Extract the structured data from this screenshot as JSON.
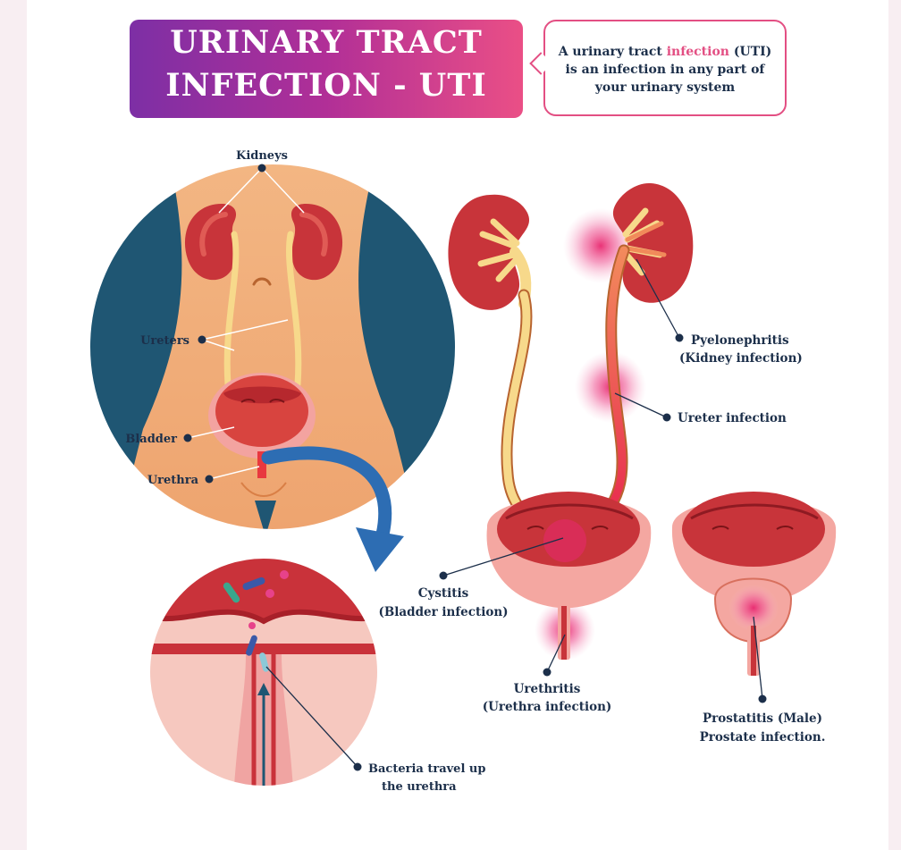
{
  "title": {
    "line1": "URINARY TRACT",
    "line2": "INFECTION - UTI"
  },
  "definition": {
    "line1_before": "A urinary tract ",
    "line1_highlight": "infection",
    "line1_after": " (UTI)",
    "line2": "is an infection in any part of",
    "line3": "your urinary system"
  },
  "body_labels": {
    "kidneys": "Kidneys",
    "ureters": "Ureters",
    "bladder": "Bladder",
    "urethra": "Urethra"
  },
  "bacteria_label": {
    "line1": "Bacteria travel up",
    "line2": "the urethra"
  },
  "infection_labels": {
    "pyelonephritis": {
      "line1": "Pyelonephritis",
      "line2": "(Kidney infection)"
    },
    "ureter": {
      "line1": "Ureter infection"
    },
    "cystitis": {
      "line1": "Cystitis",
      "line2": "(Bladder infection)"
    },
    "urethritis": {
      "line1": "Urethritis",
      "line2": "(Urethra infection)"
    },
    "prostatitis": {
      "line1": "Prostatitis (Male)",
      "line2": "Prostate infection."
    }
  },
  "colors": {
    "title_gradient": [
      "#7d2fa5",
      "#b12f97",
      "#ea4f86"
    ],
    "accent_pink": "#e34f83",
    "label_navy": "#1c2f4a",
    "kidney_red": "#c8343a",
    "tube_yellow": "#f7d98b",
    "skin": "#efa36a",
    "body_navy": "#1f5673",
    "arrow_blue": "#2d6db3"
  }
}
